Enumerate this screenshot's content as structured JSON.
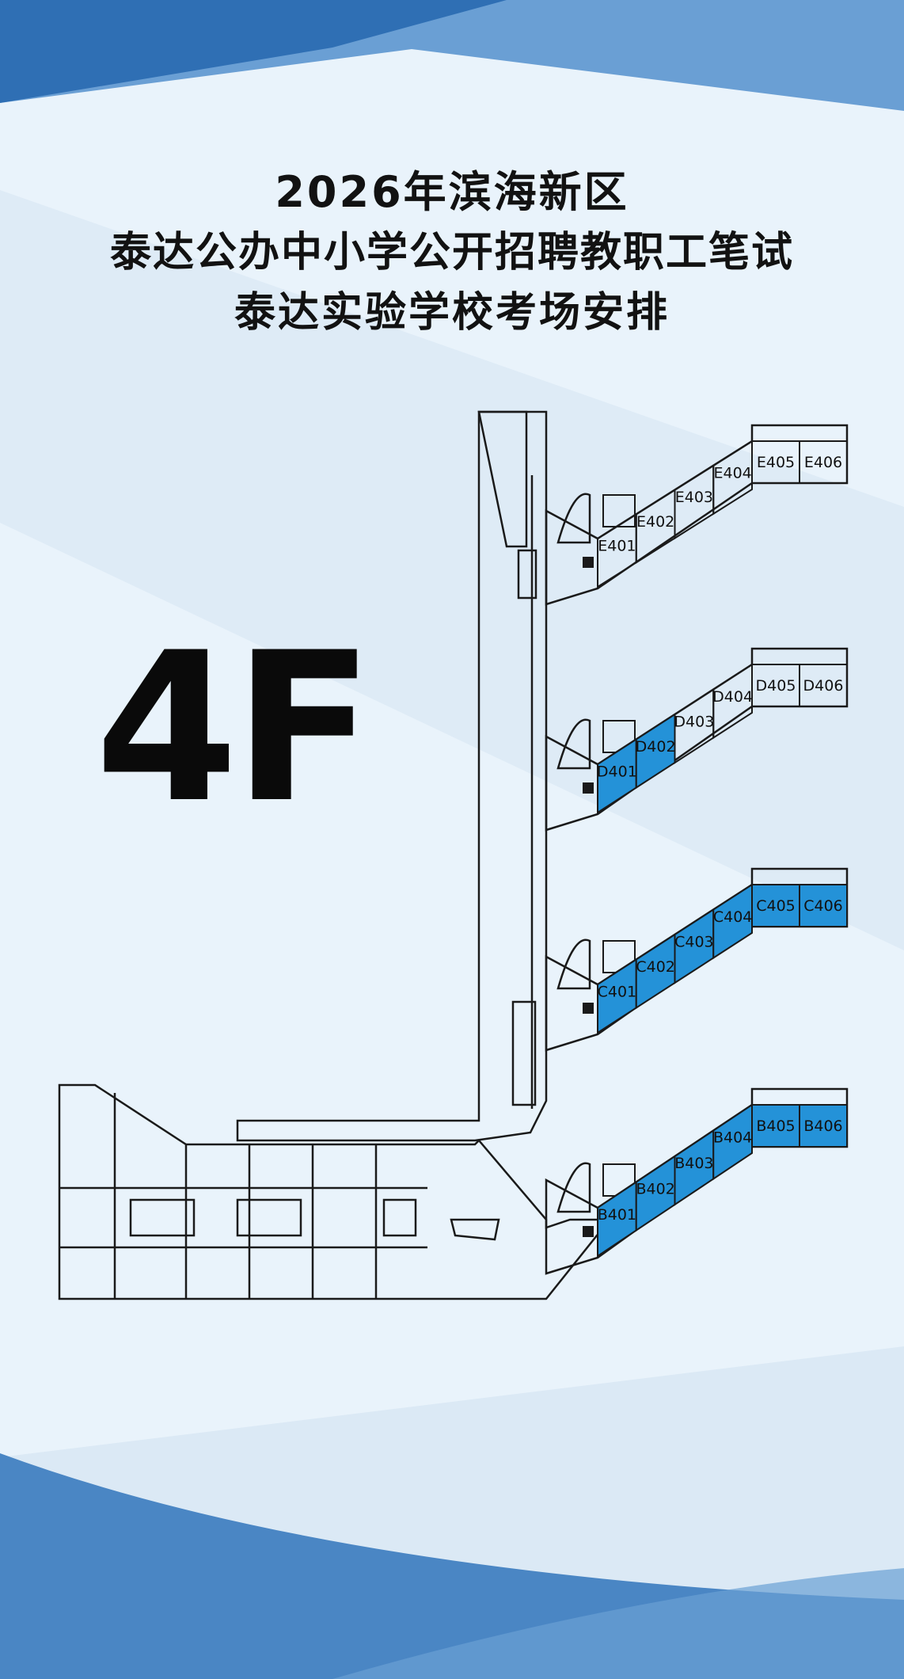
{
  "title": {
    "line1": "2026年滨海新区",
    "line2": "泰达公办中小学公开招聘教职工笔试",
    "line3": "泰达实验学校考场安排"
  },
  "floor": "4F",
  "colors": {
    "background": "#e9f3fb",
    "band_light": "#dbe9f5",
    "band_dark": "#2f6fb4",
    "band_mid": "#6a9fd4",
    "exam_room": "#2492d8",
    "plan_line": "#1a1a1a"
  },
  "wings": [
    {
      "name": "E",
      "rooms": [
        {
          "label": "E401",
          "exam": false
        },
        {
          "label": "E402",
          "exam": false
        },
        {
          "label": "E403",
          "exam": false
        },
        {
          "label": "E404",
          "exam": false
        },
        {
          "label": "E405",
          "exam": false
        },
        {
          "label": "E406",
          "exam": false
        }
      ]
    },
    {
      "name": "D",
      "rooms": [
        {
          "label": "D401",
          "exam": true
        },
        {
          "label": "D402",
          "exam": true
        },
        {
          "label": "D403",
          "exam": false
        },
        {
          "label": "D404",
          "exam": false
        },
        {
          "label": "D405",
          "exam": false
        },
        {
          "label": "D406",
          "exam": false
        }
      ]
    },
    {
      "name": "C",
      "rooms": [
        {
          "label": "C401",
          "exam": true
        },
        {
          "label": "C402",
          "exam": true
        },
        {
          "label": "C403",
          "exam": true
        },
        {
          "label": "C404",
          "exam": true
        },
        {
          "label": "C405",
          "exam": true
        },
        {
          "label": "C406",
          "exam": true
        }
      ]
    },
    {
      "name": "B",
      "rooms": [
        {
          "label": "B401",
          "exam": true
        },
        {
          "label": "B402",
          "exam": true
        },
        {
          "label": "B403",
          "exam": true
        },
        {
          "label": "B404",
          "exam": true
        },
        {
          "label": "B405",
          "exam": true
        },
        {
          "label": "B406",
          "exam": true
        }
      ]
    }
  ]
}
